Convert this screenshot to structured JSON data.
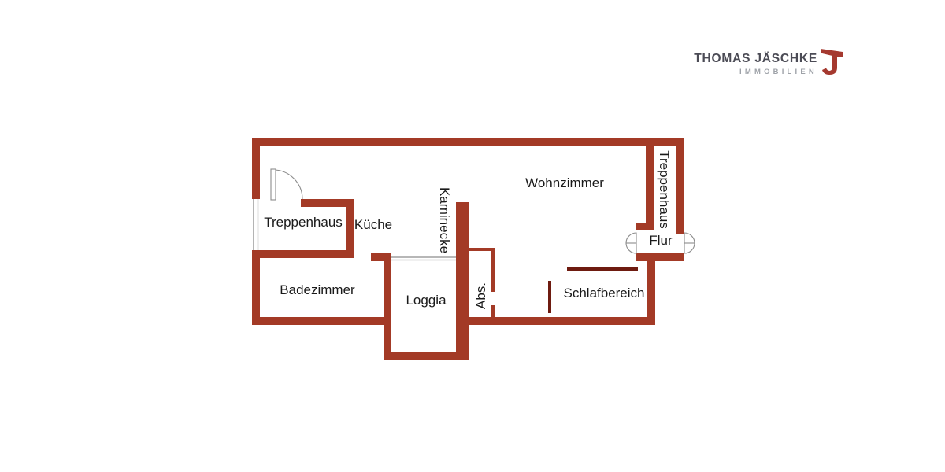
{
  "logo": {
    "line1": "THOMAS JÄSCHKE",
    "line2": "IMMOBILIEN"
  },
  "colors": {
    "wall": "#A33A26",
    "partition": "#6E1B10",
    "opening": "#8C8C8C",
    "label": "#1A1A1A",
    "logo_primary": "#4B4B55",
    "logo_secondary": "#9EA2A8",
    "logo_accent": "#A5392F"
  },
  "floorplan": {
    "rooms": {
      "treppenhaus_left": {
        "label": "Treppenhaus"
      },
      "kueche": {
        "label": "Küche"
      },
      "badezimmer": {
        "label": "Badezimmer"
      },
      "loggia": {
        "label": "Loggia"
      },
      "kaminecke": {
        "label": "Kaminecke"
      },
      "abstellraum": {
        "label": "Abs."
      },
      "wohnzimmer": {
        "label": "Wohnzimmer"
      },
      "schlafbereich": {
        "label": "Schlafbereich"
      },
      "flur": {
        "label": "Flur"
      },
      "treppenhaus_right": {
        "label": "Treppenhaus"
      }
    }
  }
}
